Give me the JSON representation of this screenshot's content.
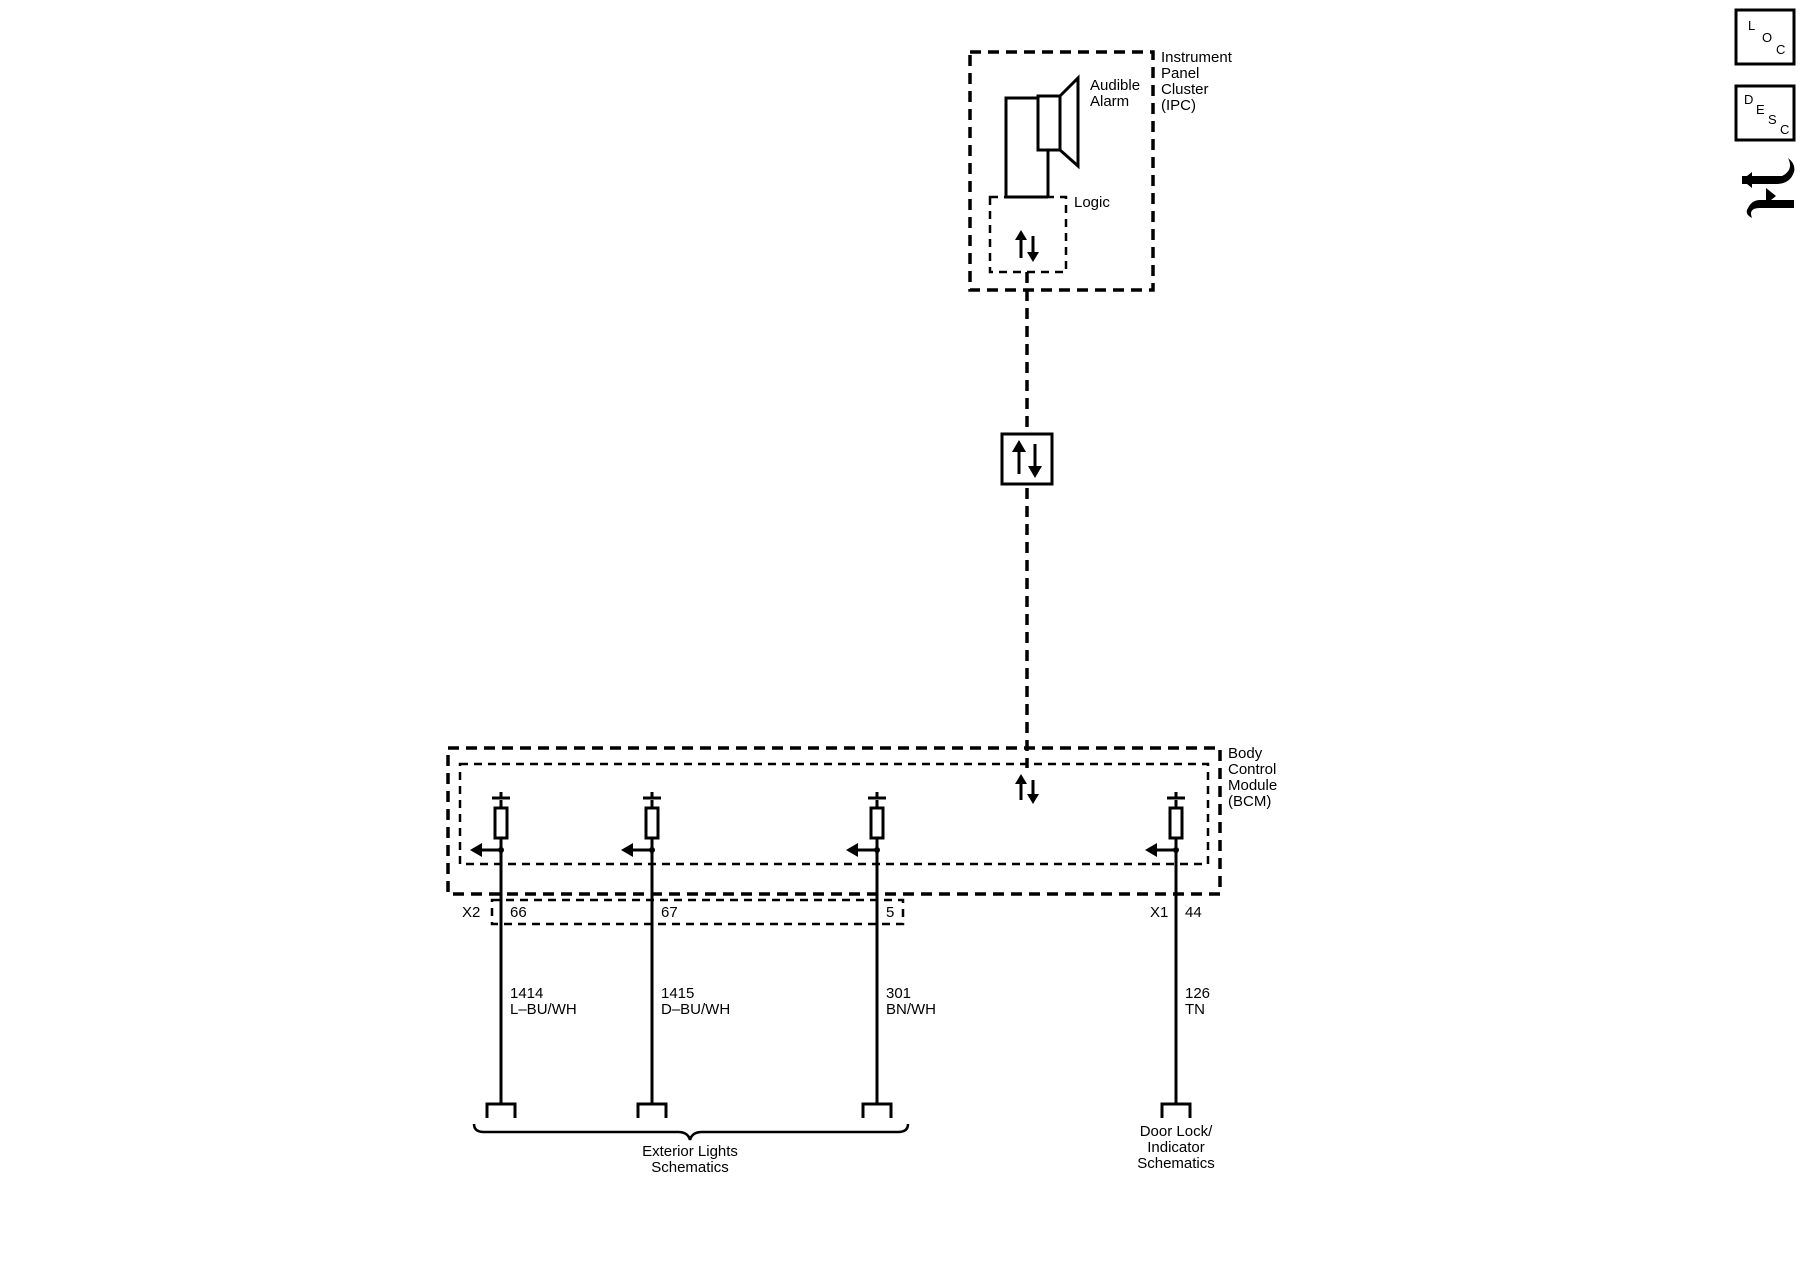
{
  "ipc": {
    "name_line1": "Instrument",
    "name_line2": "Panel",
    "name_line3": "Cluster",
    "name_line4": "(IPC)",
    "alarm_line1": "Audible",
    "alarm_line2": "Alarm",
    "logic_label": "Logic"
  },
  "bcm": {
    "name_line1": "Body",
    "name_line2": "Control",
    "name_line3": "Module",
    "name_line4": "(BCM)"
  },
  "connectors": {
    "x2_label": "X2",
    "x1_label": "X1"
  },
  "circuits": [
    {
      "pin": "66",
      "circuit": "1414",
      "color": "L–BU/WH"
    },
    {
      "pin": "67",
      "circuit": "1415",
      "color": "D–BU/WH"
    },
    {
      "pin": "5",
      "circuit": "301",
      "color": "BN/WH"
    },
    {
      "pin": "44",
      "circuit": "126",
      "color": "TN"
    }
  ],
  "destinations": {
    "exterior_line1": "Exterior Lights",
    "exterior_line2": "Schematics",
    "door_line1": "Door Lock/",
    "door_line2": "Indicator",
    "door_line3": "Schematics"
  },
  "nav": {
    "loc": {
      "l1": "L",
      "l2": "O",
      "l3": "C"
    },
    "desc": {
      "l1": "D",
      "l2": "E",
      "l3": "S",
      "l4": "C"
    }
  }
}
